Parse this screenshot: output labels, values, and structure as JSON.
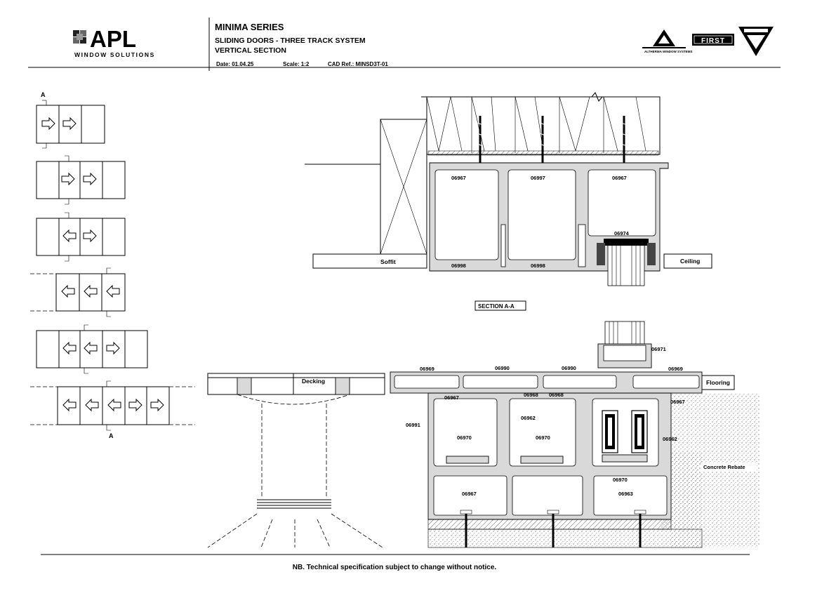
{
  "brand": {
    "logo_text": "APL",
    "logo_sub": "WINDOW SOLUTIONS",
    "partner_logos": [
      "ALTHERMA WINDOW SYSTEMS",
      "FIRST",
      "triangle-badge"
    ]
  },
  "title_block": {
    "series": "MINIMA SERIES",
    "line2": "SLIDING DOORS - THREE TRACK SYSTEM",
    "line3": "VERTICAL SECTION",
    "date": "Date: 01.04.25",
    "scale": "Scale: 1:2",
    "cad_ref": "CAD Ref.: MINSD3T-01"
  },
  "configs": {
    "section_mark_top": "A",
    "section_mark_bottom": "A"
  },
  "head": {
    "codes": [
      "06967",
      "06997",
      "06967",
      "06998",
      "06998",
      "06974"
    ],
    "soffit": "Soffit",
    "ceiling": "Ceiling"
  },
  "section_label": "SECTION A-A",
  "sill": {
    "codes_top": [
      "06969",
      "06990",
      "06990",
      "06969"
    ],
    "code_cap": "06971",
    "codes_mid": [
      "06967",
      "06968",
      "06968",
      "06967"
    ],
    "code_left": "06991",
    "code_right": "06962",
    "code_center": "06962",
    "codes_rollers": [
      "06970",
      "06970",
      "06970"
    ],
    "codes_base": [
      "06967",
      "06963"
    ]
  },
  "decking": "Decking",
  "flooring": "Flooring",
  "concrete": "Concrete Rebate",
  "footer_note": "NB. Technical specification subject to change without notice.",
  "colors": {
    "profile_fill": "#d9d9d9",
    "line": "#000000"
  }
}
